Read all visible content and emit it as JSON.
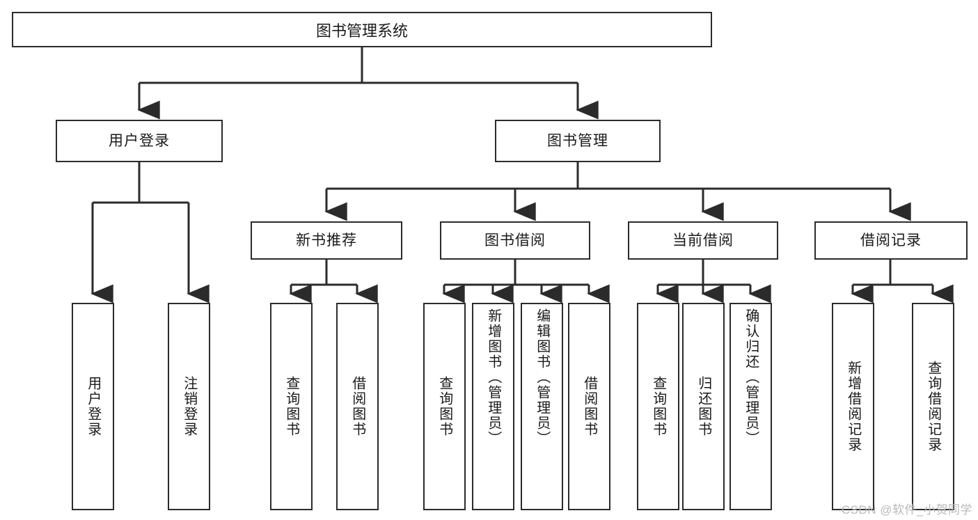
{
  "diagram": {
    "title": "图书管理系统",
    "type": "tree-hierarchy",
    "root": {
      "label": "图书管理系统"
    },
    "level1": [
      {
        "label": "用户登录"
      },
      {
        "label": "图书管理"
      }
    ],
    "level2": [
      {
        "label": "新书推荐",
        "parent": "图书管理"
      },
      {
        "label": "图书借阅",
        "parent": "图书管理"
      },
      {
        "label": "当前借阅",
        "parent": "图书管理"
      },
      {
        "label": "借阅记录",
        "parent": "图书管理"
      }
    ],
    "leaves": [
      {
        "label": "用户登录",
        "parent": "用户登录"
      },
      {
        "label": "注销登录",
        "parent": "用户登录"
      },
      {
        "label": "查询图书",
        "parent": "新书推荐"
      },
      {
        "label": "借阅图书",
        "parent": "新书推荐"
      },
      {
        "label": "查询图书",
        "parent": "图书借阅"
      },
      {
        "label": "新增图书（管理员）",
        "parent": "图书借阅"
      },
      {
        "label": "编辑图书（管理员）",
        "parent": "图书借阅"
      },
      {
        "label": "借阅图书",
        "parent": "图书借阅"
      },
      {
        "label": "查询图书",
        "parent": "当前借阅"
      },
      {
        "label": "归还图书",
        "parent": "当前借阅"
      },
      {
        "label": "确认归还（管理员）",
        "parent": "当前借阅"
      },
      {
        "label": "新增借阅记录",
        "parent": "借阅记录"
      },
      {
        "label": "查询借阅记录",
        "parent": "借阅记录"
      }
    ]
  },
  "watermark": {
    "text": "CSDN @软件_小贺同学"
  },
  "colors": {
    "stroke": "#2b2b2b",
    "fill": "#ffffff",
    "text": "#1a1a1a",
    "watermark": "#b9b9b9"
  }
}
